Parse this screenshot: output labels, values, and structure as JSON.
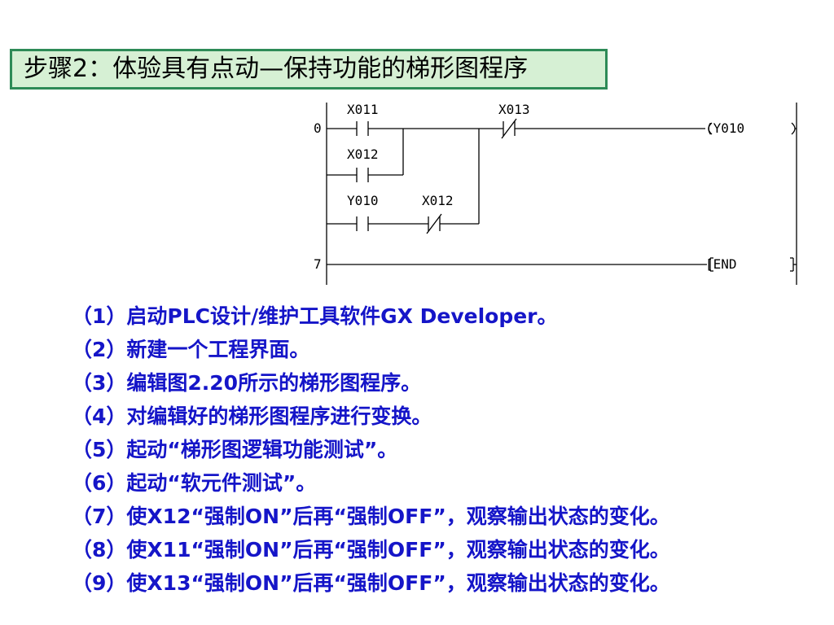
{
  "title": "步骤2：体验具有点动—保持功能的梯形图程序",
  "ladder": {
    "step_numbers": [
      "0",
      "7"
    ],
    "contacts": {
      "x011": "X011",
      "x013": "X013",
      "x012_parallel": "X012",
      "y010_parallel": "Y010",
      "x012_nc": "X012"
    },
    "coils": {
      "y010": "(Y010",
      "end": "[END"
    },
    "right_marks": {
      "y010": ")",
      "end": "]"
    }
  },
  "steps": [
    "（1）启动PLC设计/维护工具软件GX Developer。",
    "（2）新建一个工程界面。",
    "（3）编辑图2.20所示的梯形图程序。",
    "（4）对编辑好的梯形图程序进行变换。",
    "（5）起动“梯形图逻辑功能测试”。",
    "（6）起动“软元件测试”。",
    "（7）使X12“强制ON”后再“强制OFF”，观察输出状态的变化。",
    "（8）使X11“强制ON”后再“强制OFF”，观察输出状态的变化。",
    "（9）使X13“强制ON”后再“强制OFF”，观察输出状态的变化。"
  ]
}
